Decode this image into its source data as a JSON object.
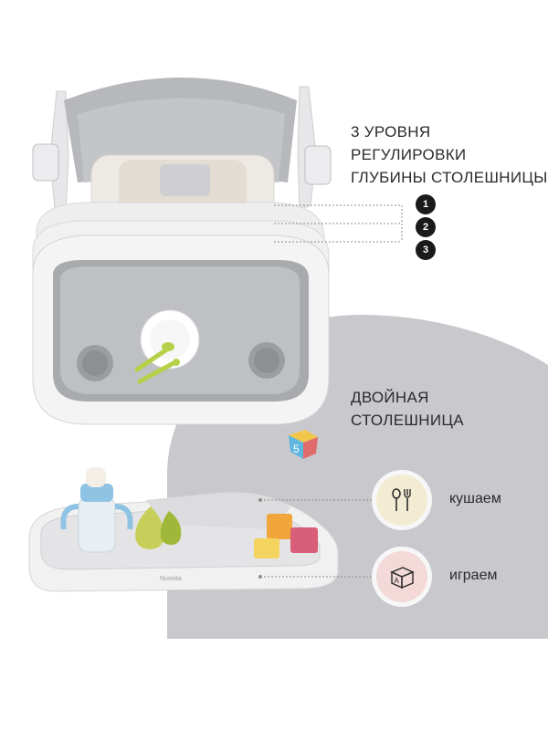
{
  "colors": {
    "background": "#ffffff",
    "grey_panel": "#c9c8cc",
    "dark_text": "#2b2b2b",
    "number_badge": "#1a1a1a",
    "eat_circle": "#f2ecd2",
    "play_circle": "#f3d9d8"
  },
  "depth_section": {
    "title_line1": "3 УРОВНЯ РЕГУЛИРОВКИ",
    "title_line2": "ГЛУБИНЫ СТОЛЕШНИЦЫ",
    "levels": [
      "1",
      "2",
      "3"
    ]
  },
  "double_tray_section": {
    "title_line1": "ДВОЙНАЯ",
    "title_line2": "СТОЛЕШНИЦА"
  },
  "features": [
    {
      "label": "кушаем",
      "icon": "fork-spoon-icon"
    },
    {
      "label": "играем",
      "icon": "toy-block-icon"
    }
  ],
  "brand_mark": "Nuovita"
}
